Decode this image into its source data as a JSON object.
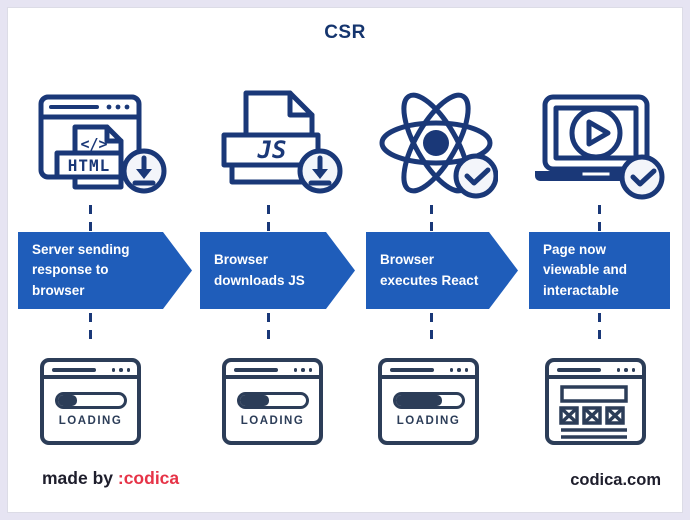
{
  "title": "CSR",
  "steps": [
    {
      "label": "Server sending response to browser",
      "icon": "html-document-download",
      "below": "loading-window",
      "progress_percent": 30
    },
    {
      "label": "Browser downloads JS",
      "icon": "js-file-download",
      "below": "loading-window",
      "progress_percent": 45
    },
    {
      "label": "Browser executes React",
      "icon": "react-logo-check",
      "below": "loading-window",
      "progress_percent": 70
    },
    {
      "label": "Page now viewable and interactable",
      "icon": "laptop-video-check",
      "below": "rendered-page-window"
    }
  ],
  "loading_text": "LOADING",
  "icon_texts": {
    "code": "</>",
    "html": "HTML",
    "js": "JS"
  },
  "footer": {
    "made_by_text": "made by ",
    "brand_text": ":codica",
    "site_text": "codica.com"
  },
  "colors": {
    "accent_blue": "#1f5dba",
    "icon_navy": "#1a3878",
    "window_slate": "#2c3d58",
    "brand_red": "#e63347",
    "text_dark": "#1e1e2c",
    "badge_bg": "#f3f5fa",
    "border_lavender": "#e6e4f2"
  }
}
